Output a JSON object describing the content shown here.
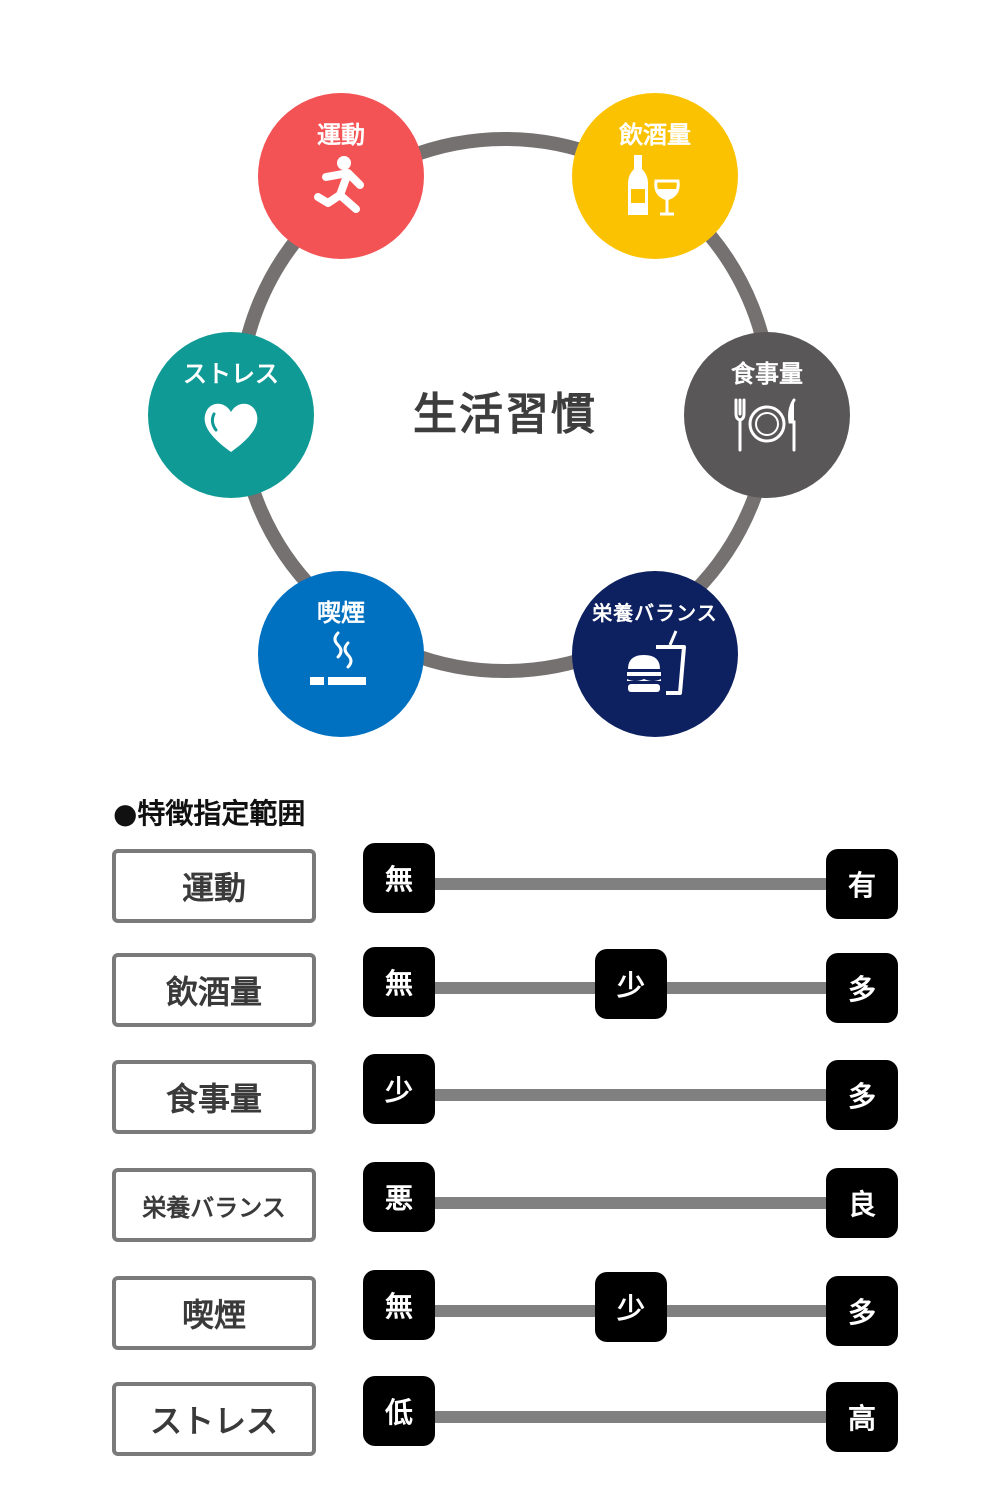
{
  "diagram": {
    "center_title": "生活習慣",
    "ring_color": "#767171",
    "nodes": [
      {
        "label": "運動",
        "icon": "running-person-icon",
        "color": "#f45355"
      },
      {
        "label": "飲酒量",
        "icon": "bottle-and-wine-glass-icon",
        "color": "#fbc202"
      },
      {
        "label": "食事量",
        "icon": "fork-plate-knife-icon",
        "color": "#595757"
      },
      {
        "label": "栄養バランス",
        "icon": "burger-and-drink-icon",
        "color": "#0d2161"
      },
      {
        "label": "喫煙",
        "icon": "cigarette-icon",
        "color": "#0070c0"
      },
      {
        "label": "ストレス",
        "icon": "heart-icon",
        "color": "#0f9a96"
      }
    ]
  },
  "features": {
    "title": "●特徴指定範囲",
    "rows": [
      {
        "label": "運動",
        "left": "無",
        "right": "有"
      },
      {
        "label": "飲酒量",
        "left": "無",
        "middle": "少",
        "right": "多"
      },
      {
        "label": "食事量",
        "left": "少",
        "right": "多"
      },
      {
        "label": "栄養バランス",
        "left": "悪",
        "right": "良"
      },
      {
        "label": "喫煙",
        "left": "無",
        "middle": "少",
        "right": "多"
      },
      {
        "label": "ストレス",
        "left": "低",
        "right": "高"
      }
    ]
  }
}
